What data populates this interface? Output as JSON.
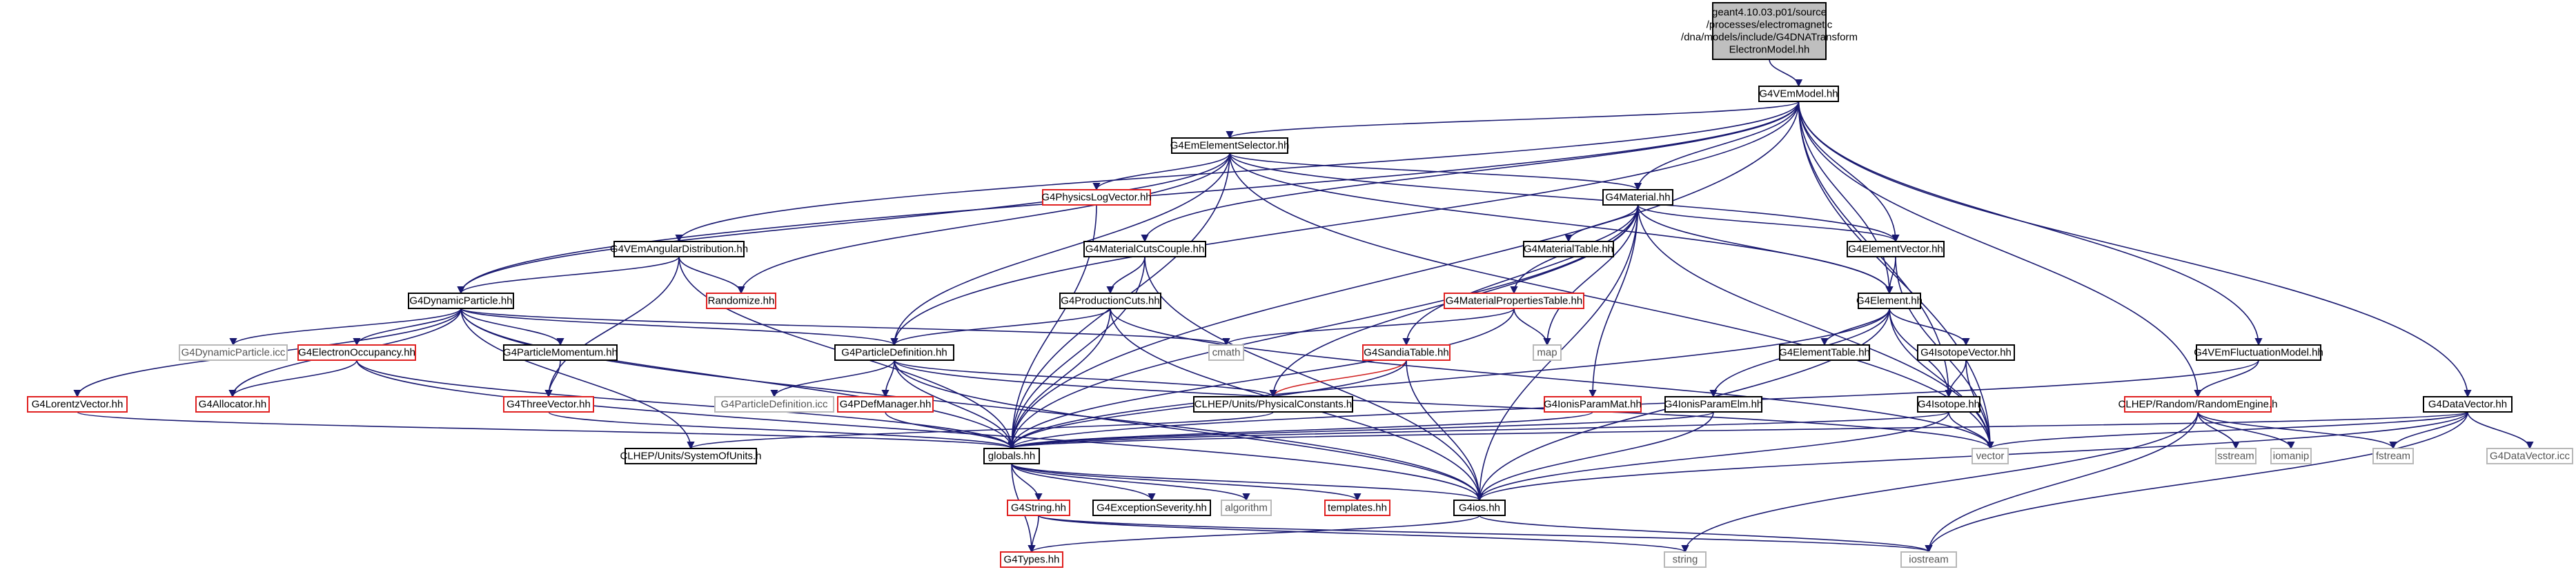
{
  "colors": {
    "edge": "#191970",
    "edge_highlight": "#d02020",
    "root_fill": "#bfbfbf",
    "node_border": "#000000",
    "red_border": "#e02020",
    "gray_border": "#b8b8b8",
    "gray_text": "#555555",
    "text": "#000000"
  },
  "nodes": [
    {
      "id": "root",
      "lines": [
        "geant4.10.03.p01/source",
        "/processes/electromagnetic",
        "/dna/models/include/G4DNATransform",
        "ElectronModel.hh"
      ],
      "style": "root"
    },
    {
      "id": "vem",
      "lines": [
        "G4VEmModel.hh"
      ],
      "style": "black"
    },
    {
      "id": "ees",
      "lines": [
        "G4EmElementSelector.hh"
      ],
      "style": "black"
    },
    {
      "id": "plv",
      "lines": [
        "G4PhysicsLogVector.hh"
      ],
      "style": "red"
    },
    {
      "id": "mat",
      "lines": [
        "G4Material.hh"
      ],
      "style": "black"
    },
    {
      "id": "vad",
      "lines": [
        "G4VEmAngularDistribution.hh"
      ],
      "style": "black"
    },
    {
      "id": "rnd",
      "lines": [
        "Randomize.hh"
      ],
      "style": "red"
    },
    {
      "id": "mcc",
      "lines": [
        "G4MaterialCutsCouple.hh"
      ],
      "style": "black"
    },
    {
      "id": "mtab",
      "lines": [
        "G4MaterialTable.hh"
      ],
      "style": "black"
    },
    {
      "id": "evec",
      "lines": [
        "G4ElementVector.hh"
      ],
      "style": "black"
    },
    {
      "id": "dp",
      "lines": [
        "G4DynamicParticle.hh"
      ],
      "style": "black"
    },
    {
      "id": "pc",
      "lines": [
        "G4ProductionCuts.hh"
      ],
      "style": "black"
    },
    {
      "id": "mpt",
      "lines": [
        "G4MaterialPropertiesTable.hh"
      ],
      "style": "red"
    },
    {
      "id": "el",
      "lines": [
        "G4Element.hh"
      ],
      "style": "black"
    },
    {
      "id": "dpicc",
      "lines": [
        "G4DynamicParticle.icc"
      ],
      "style": "gray"
    },
    {
      "id": "eocc",
      "lines": [
        "G4ElectronOccupancy.hh"
      ],
      "style": "red"
    },
    {
      "id": "pmom",
      "lines": [
        "G4ParticleMomentum.hh"
      ],
      "style": "black"
    },
    {
      "id": "pdef",
      "lines": [
        "G4ParticleDefinition.hh"
      ],
      "style": "black"
    },
    {
      "id": "cmath",
      "lines": [
        "cmath"
      ],
      "style": "gray"
    },
    {
      "id": "map",
      "lines": [
        "map"
      ],
      "style": "gray"
    },
    {
      "id": "etab",
      "lines": [
        "G4ElementTable.hh"
      ],
      "style": "black"
    },
    {
      "id": "ivec",
      "lines": [
        "G4IsotopeVector.hh"
      ],
      "style": "black"
    },
    {
      "id": "vfm",
      "lines": [
        "G4VEmFluctuationModel.hh"
      ],
      "style": "black"
    },
    {
      "id": "dvec",
      "lines": [
        "G4DataVector.hh"
      ],
      "style": "black"
    },
    {
      "id": "lv",
      "lines": [
        "G4LorentzVector.hh"
      ],
      "style": "red"
    },
    {
      "id": "alloc",
      "lines": [
        "G4Allocator.hh"
      ],
      "style": "red"
    },
    {
      "id": "tv",
      "lines": [
        "G4ThreeVector.hh"
      ],
      "style": "red"
    },
    {
      "id": "pdicc",
      "lines": [
        "G4ParticleDefinition.icc"
      ],
      "style": "gray"
    },
    {
      "id": "pdm",
      "lines": [
        "G4PDefManager.hh"
      ],
      "style": "red"
    },
    {
      "id": "st",
      "lines": [
        "G4SandiaTable.hh"
      ],
      "style": "red"
    },
    {
      "id": "pcon",
      "lines": [
        "CLHEP/Units/PhysicalConstants.h"
      ],
      "style": "black"
    },
    {
      "id": "ipm",
      "lines": [
        "G4IonisParamMat.hh"
      ],
      "style": "red"
    },
    {
      "id": "ipe",
      "lines": [
        "G4IonisParamElm.hh"
      ],
      "style": "black"
    },
    {
      "id": "iso",
      "lines": [
        "G4Isotope.hh"
      ],
      "style": "black"
    },
    {
      "id": "re",
      "lines": [
        "CLHEP/Random/RandomEngine.h"
      ],
      "style": "red"
    },
    {
      "id": "glob",
      "lines": [
        "globals.hh"
      ],
      "style": "black"
    },
    {
      "id": "sou",
      "lines": [
        "CLHEP/Units/SystemOfUnits.h"
      ],
      "style": "black"
    },
    {
      "id": "vector",
      "lines": [
        "vector"
      ],
      "style": "gray"
    },
    {
      "id": "sstream",
      "lines": [
        "sstream"
      ],
      "style": "gray"
    },
    {
      "id": "iomanip",
      "lines": [
        "iomanip"
      ],
      "style": "gray"
    },
    {
      "id": "fstream",
      "lines": [
        "fstream"
      ],
      "style": "gray"
    },
    {
      "id": "dvicc",
      "lines": [
        "G4DataVector.icc"
      ],
      "style": "gray"
    },
    {
      "id": "g4str",
      "lines": [
        "G4String.hh"
      ],
      "style": "red"
    },
    {
      "id": "exsev",
      "lines": [
        "G4ExceptionSeverity.hh"
      ],
      "style": "black"
    },
    {
      "id": "algo",
      "lines": [
        "algorithm"
      ],
      "style": "gray"
    },
    {
      "id": "templ",
      "lines": [
        "templates.hh"
      ],
      "style": "red"
    },
    {
      "id": "ios",
      "lines": [
        "G4ios.hh"
      ],
      "style": "black"
    },
    {
      "id": "types",
      "lines": [
        "G4Types.hh"
      ],
      "style": "red"
    },
    {
      "id": "string",
      "lines": [
        "string"
      ],
      "style": "gray"
    },
    {
      "id": "iostream",
      "lines": [
        "iostream"
      ],
      "style": "gray"
    }
  ],
  "edges": [
    [
      "root",
      "vem",
      0
    ],
    [
      "vem",
      "ees",
      0
    ],
    [
      "vem",
      "mat",
      0
    ],
    [
      "vem",
      "vad",
      0
    ],
    [
      "vem",
      "mcc",
      0
    ],
    [
      "vem",
      "evec",
      0
    ],
    [
      "vem",
      "dp",
      0
    ],
    [
      "vem",
      "el",
      0
    ],
    [
      "vem",
      "pdef",
      0
    ],
    [
      "vem",
      "vfm",
      0
    ],
    [
      "vem",
      "dvec",
      0
    ],
    [
      "vem",
      "iso",
      0
    ],
    [
      "vem",
      "re",
      0
    ],
    [
      "vem",
      "vector",
      0
    ],
    [
      "vem",
      "glob",
      0
    ],
    [
      "ees",
      "plv",
      0
    ],
    [
      "ees",
      "mat",
      0
    ],
    [
      "ees",
      "rnd",
      0
    ],
    [
      "ees",
      "evec",
      0
    ],
    [
      "ees",
      "el",
      0
    ],
    [
      "ees",
      "pdef",
      0
    ],
    [
      "ees",
      "glob",
      0
    ],
    [
      "ees",
      "vector",
      0
    ],
    [
      "ees",
      "dp",
      0
    ],
    [
      "plv",
      "glob",
      0
    ],
    [
      "vad",
      "dp",
      0
    ],
    [
      "vad",
      "rnd",
      0
    ],
    [
      "vad",
      "tv",
      0
    ],
    [
      "vad",
      "glob",
      0
    ],
    [
      "mat",
      "mtab",
      0
    ],
    [
      "mat",
      "evec",
      0
    ],
    [
      "mat",
      "el",
      0
    ],
    [
      "mat",
      "mpt",
      0
    ],
    [
      "mat",
      "st",
      0
    ],
    [
      "mat",
      "ipm",
      0
    ],
    [
      "mat",
      "map",
      0
    ],
    [
      "mat",
      "pcon",
      0
    ],
    [
      "mat",
      "glob",
      0
    ],
    [
      "mat",
      "vector",
      0
    ],
    [
      "mat",
      "ios",
      0
    ],
    [
      "mcc",
      "pc",
      0
    ],
    [
      "mcc",
      "glob",
      0
    ],
    [
      "mcc",
      "ios",
      0
    ],
    [
      "pc",
      "pdef",
      0
    ],
    [
      "pc",
      "glob",
      0
    ],
    [
      "pc",
      "ios",
      0
    ],
    [
      "pc",
      "vector",
      0
    ],
    [
      "mpt",
      "map",
      0
    ],
    [
      "mpt",
      "cmath",
      0
    ],
    [
      "mpt",
      "glob",
      0
    ],
    [
      "evec",
      "el",
      0
    ],
    [
      "evec",
      "vector",
      0
    ],
    [
      "el",
      "etab",
      0
    ],
    [
      "el",
      "ivec",
      0
    ],
    [
      "el",
      "ipe",
      0
    ],
    [
      "el",
      "iso",
      0
    ],
    [
      "el",
      "glob",
      0
    ],
    [
      "el",
      "vector",
      0
    ],
    [
      "el",
      "ios",
      0
    ],
    [
      "ivec",
      "iso",
      0
    ],
    [
      "ivec",
      "vector",
      0
    ],
    [
      "iso",
      "glob",
      0
    ],
    [
      "iso",
      "ios",
      0
    ],
    [
      "iso",
      "vector",
      0
    ],
    [
      "ipe",
      "glob",
      0
    ],
    [
      "ipe",
      "ios",
      0
    ],
    [
      "ipm",
      "glob",
      0
    ],
    [
      "st",
      "pcon",
      1
    ],
    [
      "st",
      "glob",
      0
    ],
    [
      "st",
      "ios",
      0
    ],
    [
      "dp",
      "dpicc",
      0
    ],
    [
      "dp",
      "eocc",
      0
    ],
    [
      "dp",
      "pmom",
      0
    ],
    [
      "dp",
      "pdef",
      0
    ],
    [
      "dp",
      "lv",
      0
    ],
    [
      "dp",
      "alloc",
      0
    ],
    [
      "dp",
      "cmath",
      0
    ],
    [
      "dp",
      "glob",
      0
    ],
    [
      "dp",
      "ios",
      0
    ],
    [
      "dp",
      "sou",
      0
    ],
    [
      "eocc",
      "alloc",
      0
    ],
    [
      "eocc",
      "glob",
      0
    ],
    [
      "eocc",
      "ios",
      0
    ],
    [
      "pmom",
      "tv",
      0
    ],
    [
      "tv",
      "glob",
      0
    ],
    [
      "lv",
      "glob",
      0
    ],
    [
      "pdef",
      "pdicc",
      0
    ],
    [
      "pdef",
      "pdm",
      0
    ],
    [
      "pdef",
      "pcon",
      0
    ],
    [
      "pdef",
      "glob",
      0
    ],
    [
      "pdef",
      "ios",
      0
    ],
    [
      "pdef",
      "vector",
      0
    ],
    [
      "pdm",
      "glob",
      0
    ],
    [
      "pcon",
      "sou",
      0
    ],
    [
      "vfm",
      "glob",
      0
    ],
    [
      "vfm",
      "re",
      0
    ],
    [
      "re",
      "sstream",
      0
    ],
    [
      "re",
      "iomanip",
      0
    ],
    [
      "re",
      "fstream",
      0
    ],
    [
      "re",
      "iostream",
      0
    ],
    [
      "re",
      "string",
      0
    ],
    [
      "dvec",
      "glob",
      0
    ],
    [
      "dvec",
      "vector",
      0
    ],
    [
      "dvec",
      "dvicc",
      0
    ],
    [
      "dvec",
      "fstream",
      0
    ],
    [
      "dvec",
      "ios",
      0
    ],
    [
      "dvec",
      "iostream",
      0
    ],
    [
      "glob",
      "g4str",
      0
    ],
    [
      "glob",
      "exsev",
      0
    ],
    [
      "glob",
      "algo",
      0
    ],
    [
      "glob",
      "templ",
      0
    ],
    [
      "glob",
      "ios",
      0
    ],
    [
      "glob",
      "types",
      0
    ],
    [
      "g4str",
      "types",
      0
    ],
    [
      "g4str",
      "string",
      0
    ],
    [
      "g4str",
      "iostream",
      0
    ],
    [
      "ios",
      "types",
      0
    ],
    [
      "ios",
      "iostream",
      0
    ]
  ]
}
